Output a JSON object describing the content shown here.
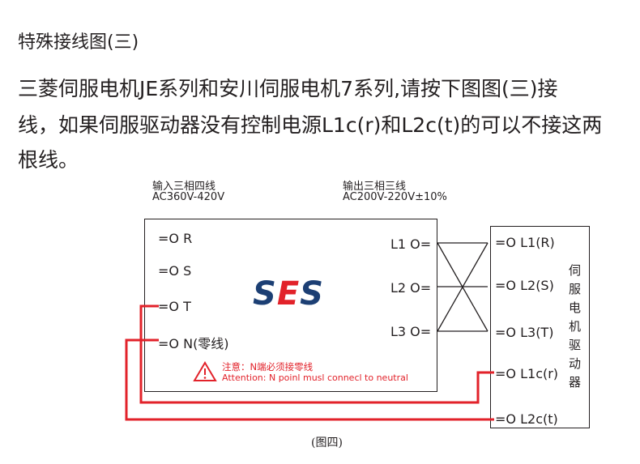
{
  "title": "特殊接线图(三)",
  "paragraph": {
    "line1": "    三菱伺服电机JE系列和安川伺服电机7系列,请按下图图(三)接",
    "line2": "线，如果伺服驱动器没有控制电源L1c(r)和L2c(t)的可以不接这两",
    "line3": "根线。"
  },
  "input": {
    "label": "输入三相四线",
    "voltage": "AC360V-420V",
    "terminals": [
      "R",
      "S",
      "T",
      "N(零线)"
    ]
  },
  "output": {
    "label": "输出三相三线",
    "voltage": "AC200V-220V±10%",
    "terminals": [
      "L1",
      "L2",
      "L3"
    ]
  },
  "logo": {
    "part1": "S",
    "part2": "E",
    "part3": "S"
  },
  "warning": {
    "cn": "注意：N端必须接零线",
    "en": "Attention: N poinl musl connecl to neutral"
  },
  "driver": {
    "terminals": [
      "L1(R)",
      "L2(S)",
      "L3(T)",
      "L1c(r)",
      "L2c(t)"
    ],
    "label_chars": [
      "伺",
      "服",
      "电",
      "机",
      "驱",
      "动",
      "器"
    ]
  },
  "caption": "(图四)",
  "colors": {
    "wire_red": "#e2222a",
    "logo_blue": "#1c3f74",
    "text": "#231f20"
  }
}
